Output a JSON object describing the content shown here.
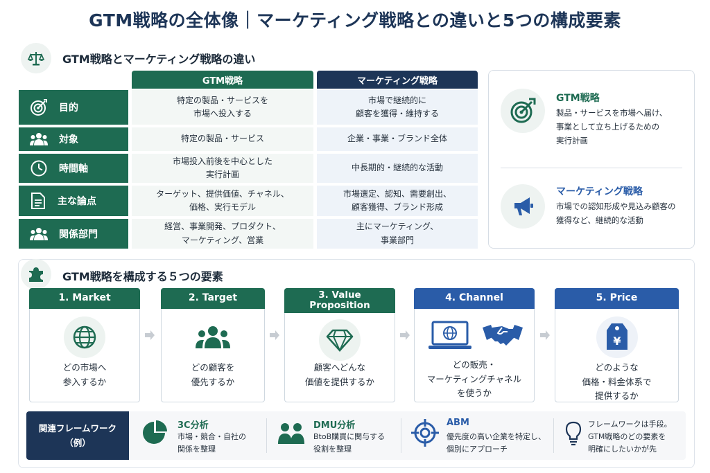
{
  "title": "GTM戦略の全体像｜マーケティング戦略との違いと5つの構成要素",
  "comparison": {
    "section_title": "GTM戦略とマーケティング戦略の違い",
    "col_gtm": "GTM戦略",
    "col_mkt": "マーケティング戦略",
    "rows": [
      {
        "label": "目的",
        "gtm": "特定の製品・サービスを\n市場へ投入する",
        "mkt": "市場で継続的に\n顧客を獲得・維持する"
      },
      {
        "label": "対象",
        "gtm": "特定の製品・サービス",
        "mkt": "企業・事業・ブランド全体"
      },
      {
        "label": "時間軸",
        "gtm": "市場投入前後を中心とした\n実行計画",
        "mkt": "中長期的・継続的な活動"
      },
      {
        "label": "主な論点",
        "gtm": "ターゲット、提供価値、チャネル、\n価格、実行モデル",
        "mkt": "市場選定、認知、需要創出、\n顧客獲得、ブランド形成"
      },
      {
        "label": "関係部門",
        "gtm": "経営、事業開発、プロダクト、\nマーケティング、営業",
        "mkt": "主にマーケティング、\n事業部門"
      }
    ]
  },
  "summary": {
    "gtm_title": "GTM戦略",
    "gtm_desc": "製品・サービスを市場へ届け、\n事業として立ち上げるための\n実行計画",
    "mkt_title": "マーケティング戦略",
    "mkt_desc": "市場での認知形成や見込み顧客の\n獲得など、継続的な活動"
  },
  "elements": {
    "section_title": "GTM戦略を構成する５つの要素",
    "cards": [
      {
        "title": "1. Market",
        "desc": "どの市場へ\n参入するか"
      },
      {
        "title": "2. Target",
        "desc": "どの顧客を\n優先するか"
      },
      {
        "title": "3. Value\nProposition",
        "desc": "顧客へどんな\n価値を提供するか"
      },
      {
        "title": "4. Channel",
        "desc": "どの販売・\nマーケティングチャネル\nを使うか"
      },
      {
        "title": "5. Price",
        "desc": "どのような\n価格・料金体系で\n提供するか"
      }
    ]
  },
  "frameworks": {
    "label": "関連フレームワーク\n（例）",
    "items": [
      {
        "title": "3C分析",
        "desc": "市場・競合・自社の\n関係を整理"
      },
      {
        "title": "DMU分析",
        "desc": "BtoB購買に関与する\n役割を整理"
      },
      {
        "title": "ABM",
        "desc": "優先度の高い企業を特定し、\n個別にアプローチ"
      }
    ],
    "note": "フレームワークは手段。\nGTM戦略のどの要素を\n明確にしたいかが先"
  },
  "colors": {
    "green": "#1e6b52",
    "navy": "#1d3557",
    "blue": "#2a5ca8"
  }
}
